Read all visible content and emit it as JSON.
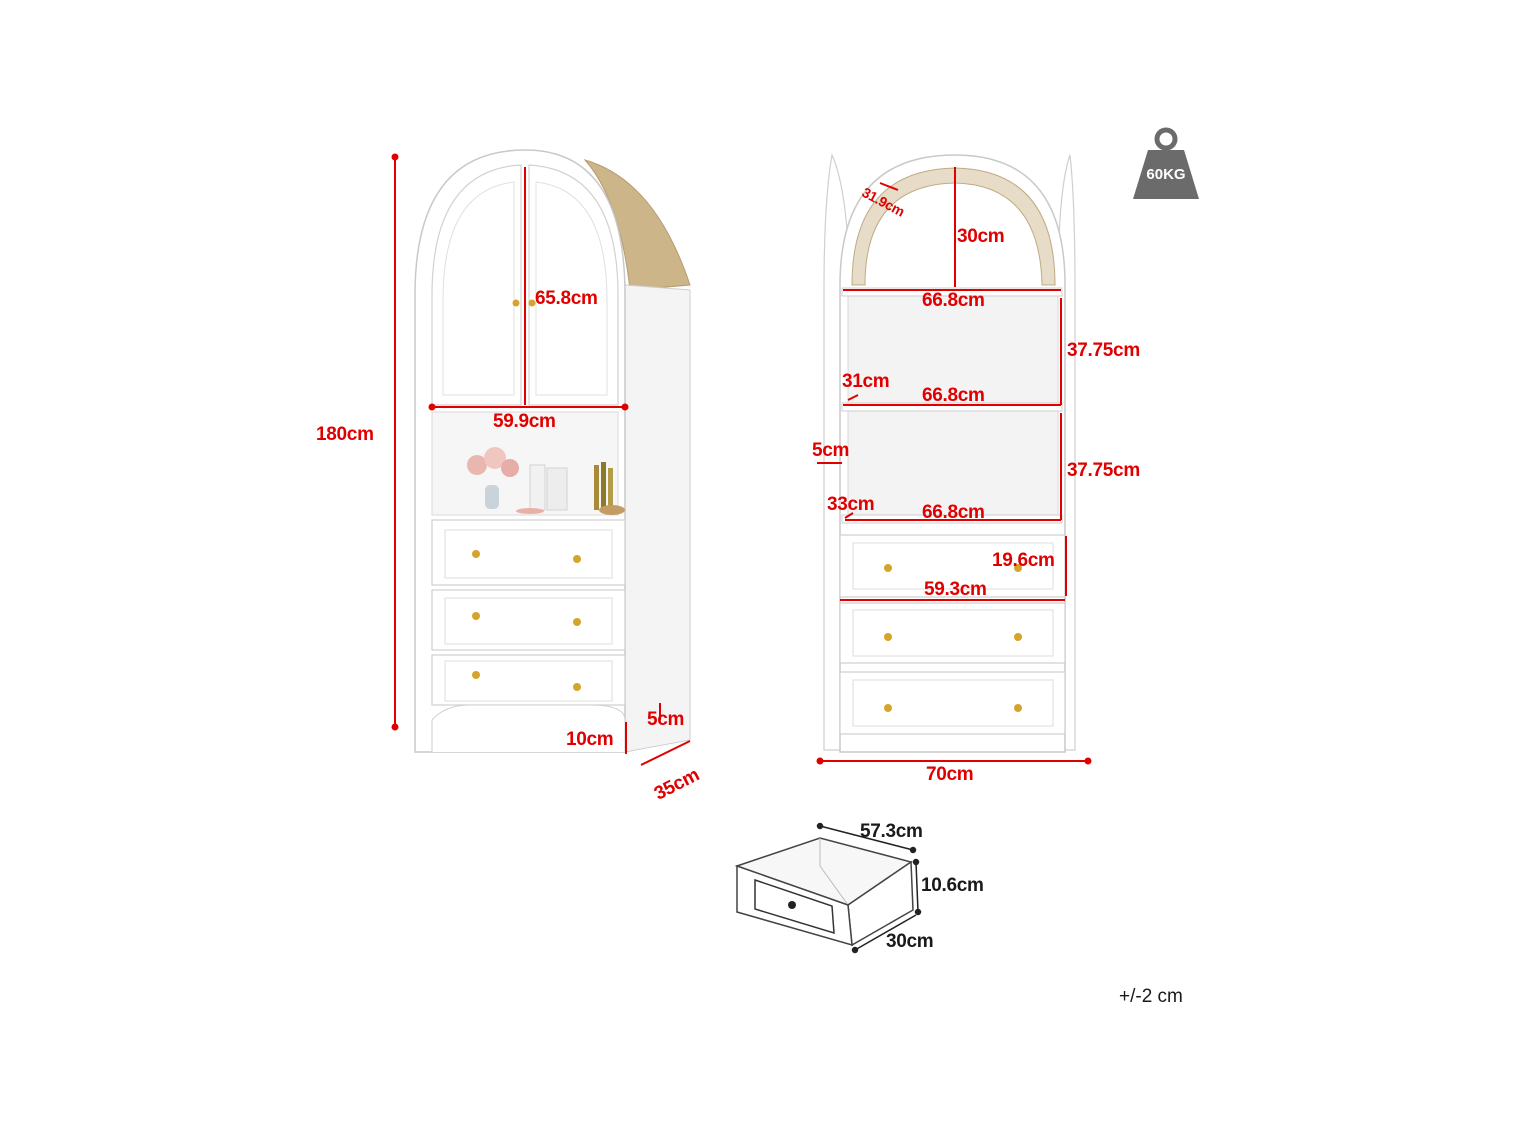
{
  "colors": {
    "dimension": "#e10000",
    "furniture": "#ffffff",
    "outline": "#c9c9c9",
    "rattan": "#cdb58a",
    "knob": "#d4a52a",
    "weight_icon": "#6b6b6b"
  },
  "front_view": {
    "height": "180cm",
    "door_height": "65.8cm",
    "width": "59.9cm",
    "leg_height": "10cm",
    "leg_width": "5cm",
    "depth": "35cm"
  },
  "open_view": {
    "arch_depth": "31.9cm",
    "arch_height": "30cm",
    "shelf_1_width": "66.8cm",
    "shelf_1_height": "37.75cm",
    "shelf_1_depth": "31cm",
    "shelf_2_width": "66.8cm",
    "shelf_2_height": "37.75cm",
    "side_thickness": "5cm",
    "shelf_3_depth": "33cm",
    "shelf_3_width": "66.8cm",
    "drawer_height": "19.6cm",
    "drawer_width": "59.3cm",
    "total_width": "70cm"
  },
  "drawer_detail": {
    "length": "57.3cm",
    "height": "10.6cm",
    "depth": "30cm"
  },
  "weight_badge": {
    "icon": "weight-icon",
    "label": "60KG"
  },
  "tolerance": "+/-2 cm"
}
